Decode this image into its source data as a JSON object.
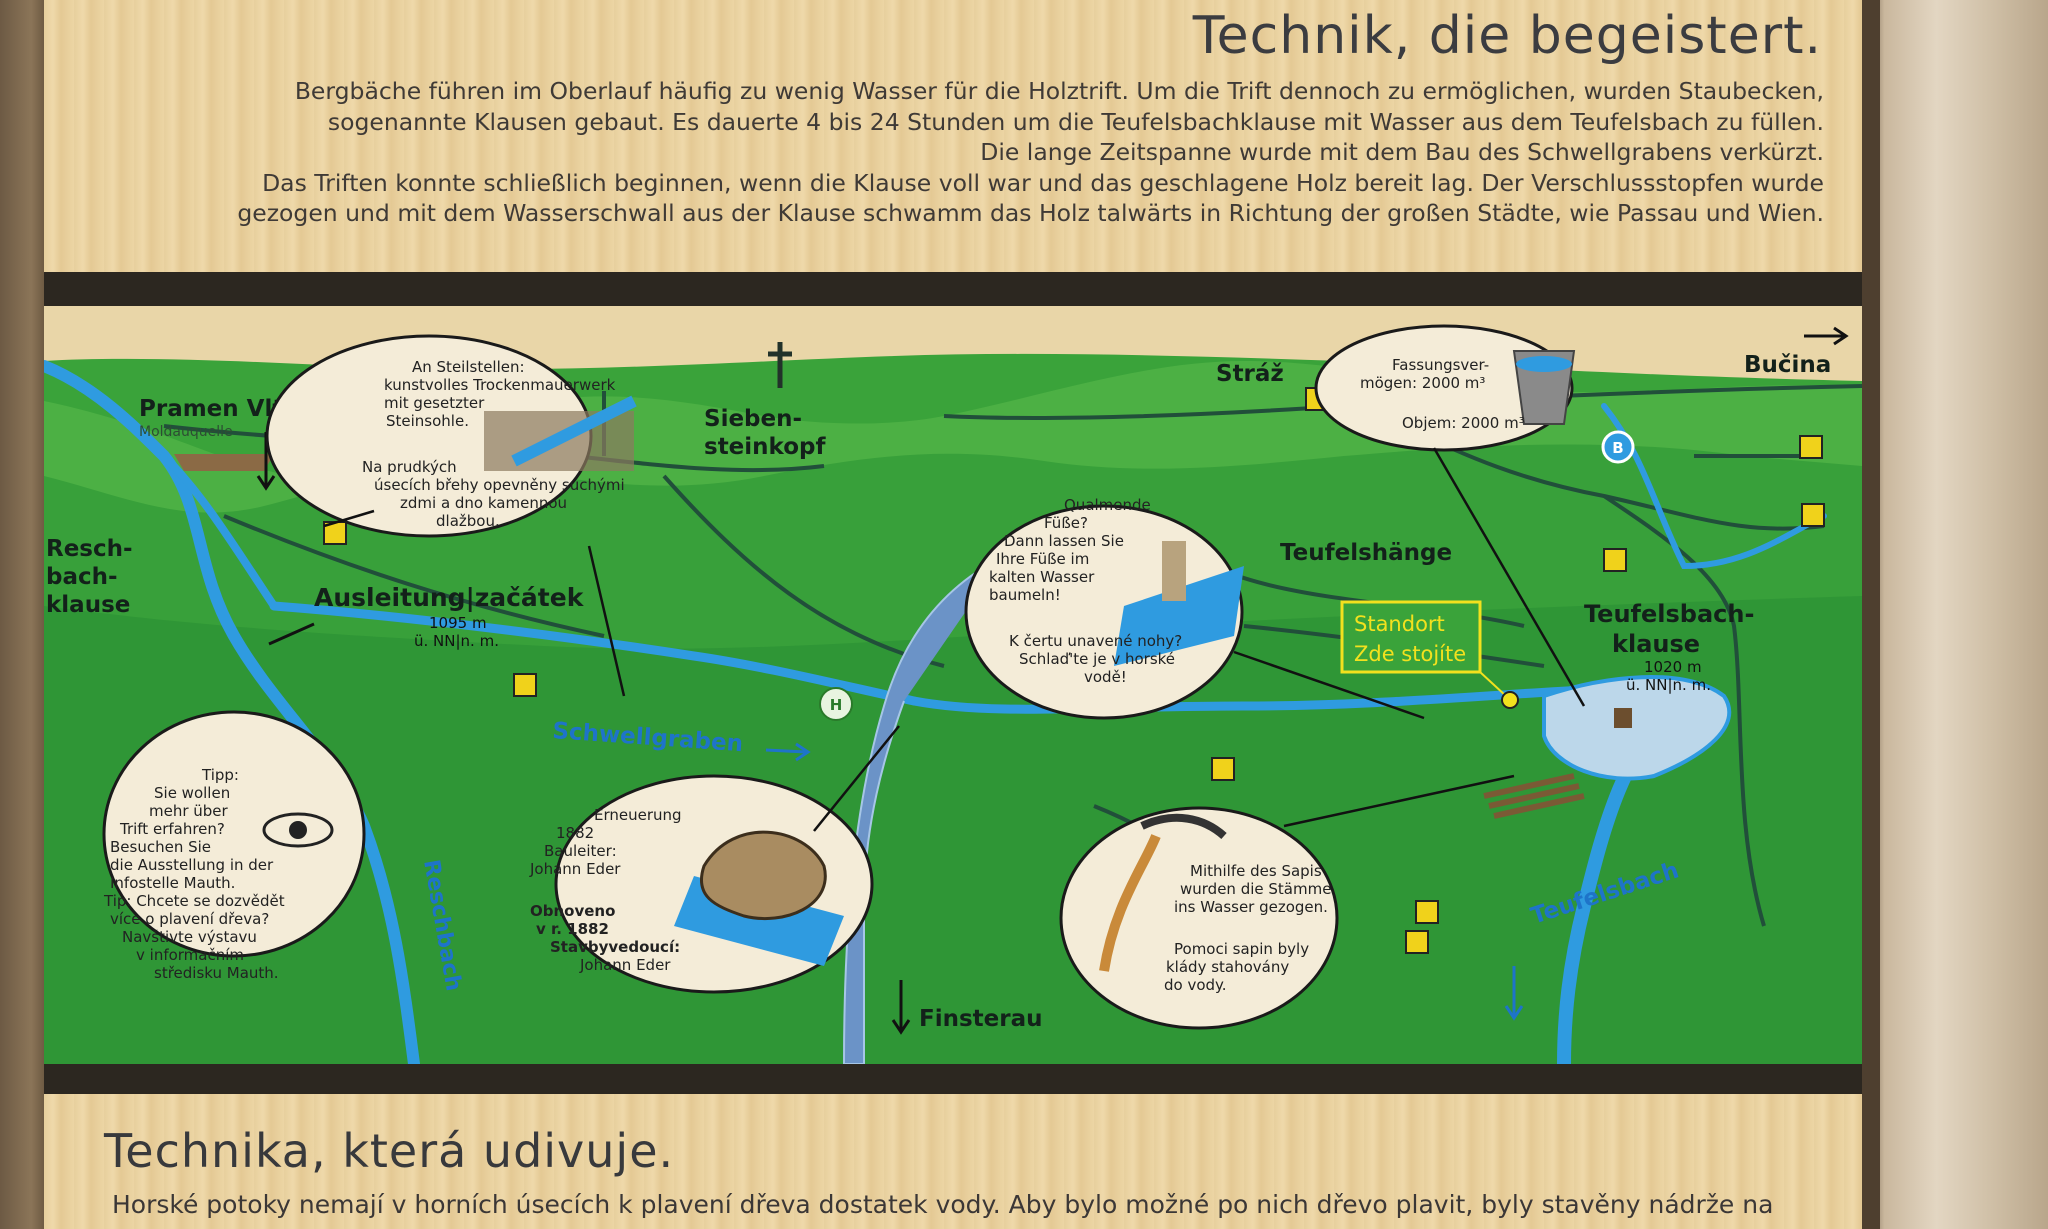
{
  "sign": {
    "title_de": "Technik, die begeistert.",
    "text_de": [
      "Bergbäche führen im Oberlauf häufig zu wenig Wasser für die Holztrift. Um die Trift dennoch zu ermöglichen, wurden Staubecken,",
      "sogenannte Klausen gebaut. Es dauerte 4 bis 24 Stunden um die Teufelsbachklause mit Wasser aus dem Teufelsbach zu füllen.",
      "Die lange Zeitspanne wurde mit dem Bau des Schwellgrabens verkürzt.",
      "Das Triften konnte schließlich beginnen, wenn die Klause voll war und das geschlagene Holz bereit lag. Der Verschlussstopfen wurde",
      "gezogen und mit dem Wasserschwall aus der Klause schwamm das Holz talwärts in Richtung der großen Städte, wie Passau und Wien."
    ],
    "title_cz": "Technika, která udivuje.",
    "text_cz": "Horské potoky nemají v horních úsecích k plavení dřeva dostatek vody. Aby bylo možné po nich dřevo plavit, byly stavěny nádrže na"
  },
  "map": {
    "places": {
      "pramen": "Pramen Vltavy",
      "pramen_sub": "Moldauquelle",
      "resch": [
        "Resch-",
        "bach-",
        "klause"
      ],
      "ausleitung": "Ausleitung|začátek",
      "ausleitung_elev": [
        "1095 m",
        "ü. NN|n. m."
      ],
      "sieben": [
        "Sieben-",
        "steinkopf"
      ],
      "straz": "Stráž",
      "bucina": "Bučina",
      "teufelshaenge": "Teufelshänge",
      "teufelsbachklause": [
        "Teufelsbach-",
        "klause"
      ],
      "tb_elev": [
        "1020 m",
        "ü. NN|n. m."
      ],
      "schwellgraben": "Schwellgraben",
      "reschbach": "Reschbach",
      "finsterau": "Finsterau",
      "teufelsbach": "Teufelsbach",
      "standort": [
        "Standort",
        "Zde stojíte"
      ]
    },
    "bubbles": {
      "mauer": [
        "An Steilstellen:",
        "kunstvolles Trockenmauerwerk",
        "mit gesetzter",
        "Steinsohle."
      ],
      "mauer_cz": [
        "Na prudkých",
        "úsecích  břehy opevněny suchými",
        "zdmi a dno kamennou",
        "dlažbou."
      ],
      "fuesse": [
        "Qualmende",
        "Füße?",
        "Dann lassen Sie",
        "Ihre Füße im",
        "kalten Wasser",
        "baumeln!"
      ],
      "fuesse_cz": [
        "K čertu unavené nohy?",
        "Schlaď'te je v horské",
        "vodě!"
      ],
      "kapazitaet": [
        "Fassungsver-",
        "mögen: 2000 m³"
      ],
      "kapazitaet_cz": "Objem: 2000 m³",
      "tipp": [
        "Tipp:",
        "Sie wollen",
        "mehr über",
        "Trift erfahren?",
        "Besuchen Sie",
        "die Ausstellung in der",
        "Infostelle Mauth.",
        "Tip:     Chcete se dozvědět",
        "více o plavení dřeva?",
        "Navštivte výstavu",
        "v informačním",
        "středisku Mauth."
      ],
      "erneuerung": [
        "Erneuerung",
        "1882",
        "Bauleiter:",
        "Johann Eder"
      ],
      "erneuerung_cz": [
        "Obnoveno",
        "v r. 1882",
        "Stavbyvedoucí:",
        "Johann Eder"
      ],
      "sapis": [
        "Mithilfe des Sapis",
        "wurden die Stämme",
        "ins Wasser gezogen."
      ],
      "sapis_cz": [
        "Pomoci sapin byly",
        "klády stahovány",
        "do vody."
      ]
    },
    "markers": {
      "h": "H",
      "b": "B"
    }
  },
  "colors": {
    "grass": "#3aa33a",
    "grass_dark": "#2a8a32",
    "water": "#2f9be0",
    "wood": "#e7cf9d",
    "standort_yellow": "#f2e11e"
  }
}
